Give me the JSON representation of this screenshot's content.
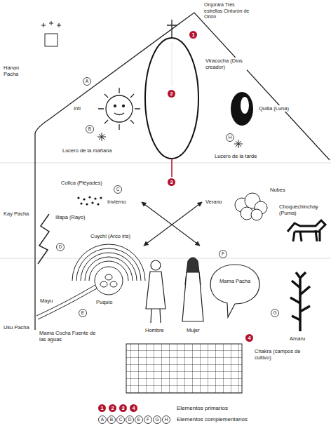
{
  "diagram": {
    "labels": [
      "Orqorara Tres estrellas Cinturón de Orión",
      "1",
      "Hanan Pacha",
      "Viracocha (Dios creador)",
      "2",
      "A",
      "Inti",
      "Quilla (Luna)",
      "B",
      "Lucero de la mañana",
      "H",
      "Lucero de la tarde",
      "3",
      "Collca (Pléyades)",
      "C",
      "Invierno",
      "Verano",
      "Nubes",
      "Kay Pacha",
      "Choquechinchay (Puma)",
      "Illapa (Rayo)",
      "D",
      "F",
      "Cuychi (Arco iris)",
      "Mama Pacha",
      "Puquio",
      "E",
      "Mayu",
      "Hombre",
      "Mujer",
      "G",
      "Uku Pacha",
      "Amaru",
      "Mama Cocha Fuente de las aguas",
      "4",
      "Chakra (campos de cultivo)",
      "1",
      "2",
      "3",
      "4",
      "A",
      "B",
      "C",
      "D",
      "E",
      "F",
      "G",
      "H"
    ],
    "legend": [
      {
        "text": "Elementos primarios"
      },
      {
        "text": "Elementos complementarios"
      }
    ]
  }
}
